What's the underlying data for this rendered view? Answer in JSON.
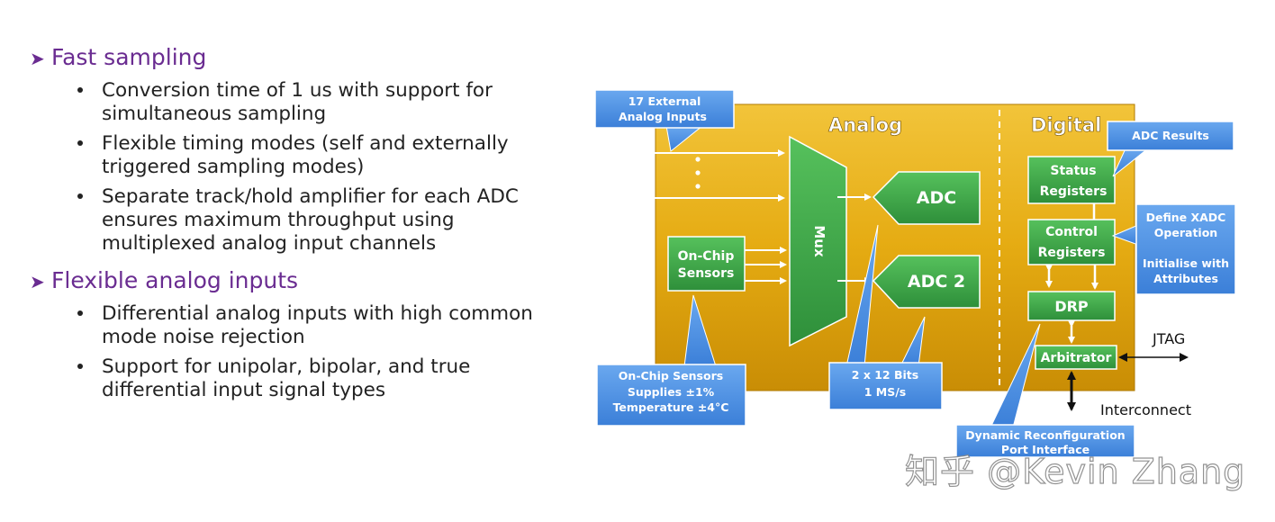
{
  "slide": {
    "sections": [
      {
        "heading": "Fast sampling",
        "items": [
          [
            "Conversion time of 1 us with support for",
            "simultaneous sampling"
          ],
          [
            "Flexible timing modes (self and externally",
            "triggered sampling modes)"
          ],
          [
            "Separate track/hold amplifier for each ADC",
            "ensures maximum throughput using",
            "multiplexed analog input channels"
          ]
        ]
      },
      {
        "heading": "Flexible analog inputs",
        "items": [
          [
            "Differential analog inputs with high common",
            "mode noise rejection"
          ],
          [
            "Support for unipolar, bipolar, and true",
            "differential input signal types"
          ]
        ]
      }
    ]
  },
  "diagram": {
    "region_analog": "Analog",
    "region_digital": "Digital",
    "mux": "Mux",
    "adc1": "ADC",
    "adc2": "ADC 2",
    "onchip_sensors": [
      "On-Chip",
      "Sensors"
    ],
    "status_registers": [
      "Status",
      "Registers"
    ],
    "control_registers": [
      "Control",
      "Registers"
    ],
    "drp": "DRP",
    "arbitrator": "Arbitrator",
    "jtag": "JTAG",
    "interconnect": "Interconnect",
    "callout_external_inputs": [
      "17 External",
      "Analog Inputs"
    ],
    "callout_adc_results": "ADC Results",
    "callout_define_xadc": [
      "Define XADC",
      "Operation",
      "",
      "Initialise with",
      "Attributes"
    ],
    "callout_sensors_spec": [
      "On-Chip Sensors",
      "Supplies ±1%",
      "Temperature ±4°C"
    ],
    "callout_bits": [
      "2 x 12 Bits",
      "1 MS/s"
    ],
    "callout_drp": [
      "Dynamic Reconfiguration",
      "Port Interface"
    ]
  },
  "colors": {
    "heading": "#6a2c91",
    "gold": "#e3a80e",
    "green": "#3fa84a",
    "callout_blue": "#4a8ee0"
  },
  "watermark": "知乎 @Kevin Zhang"
}
